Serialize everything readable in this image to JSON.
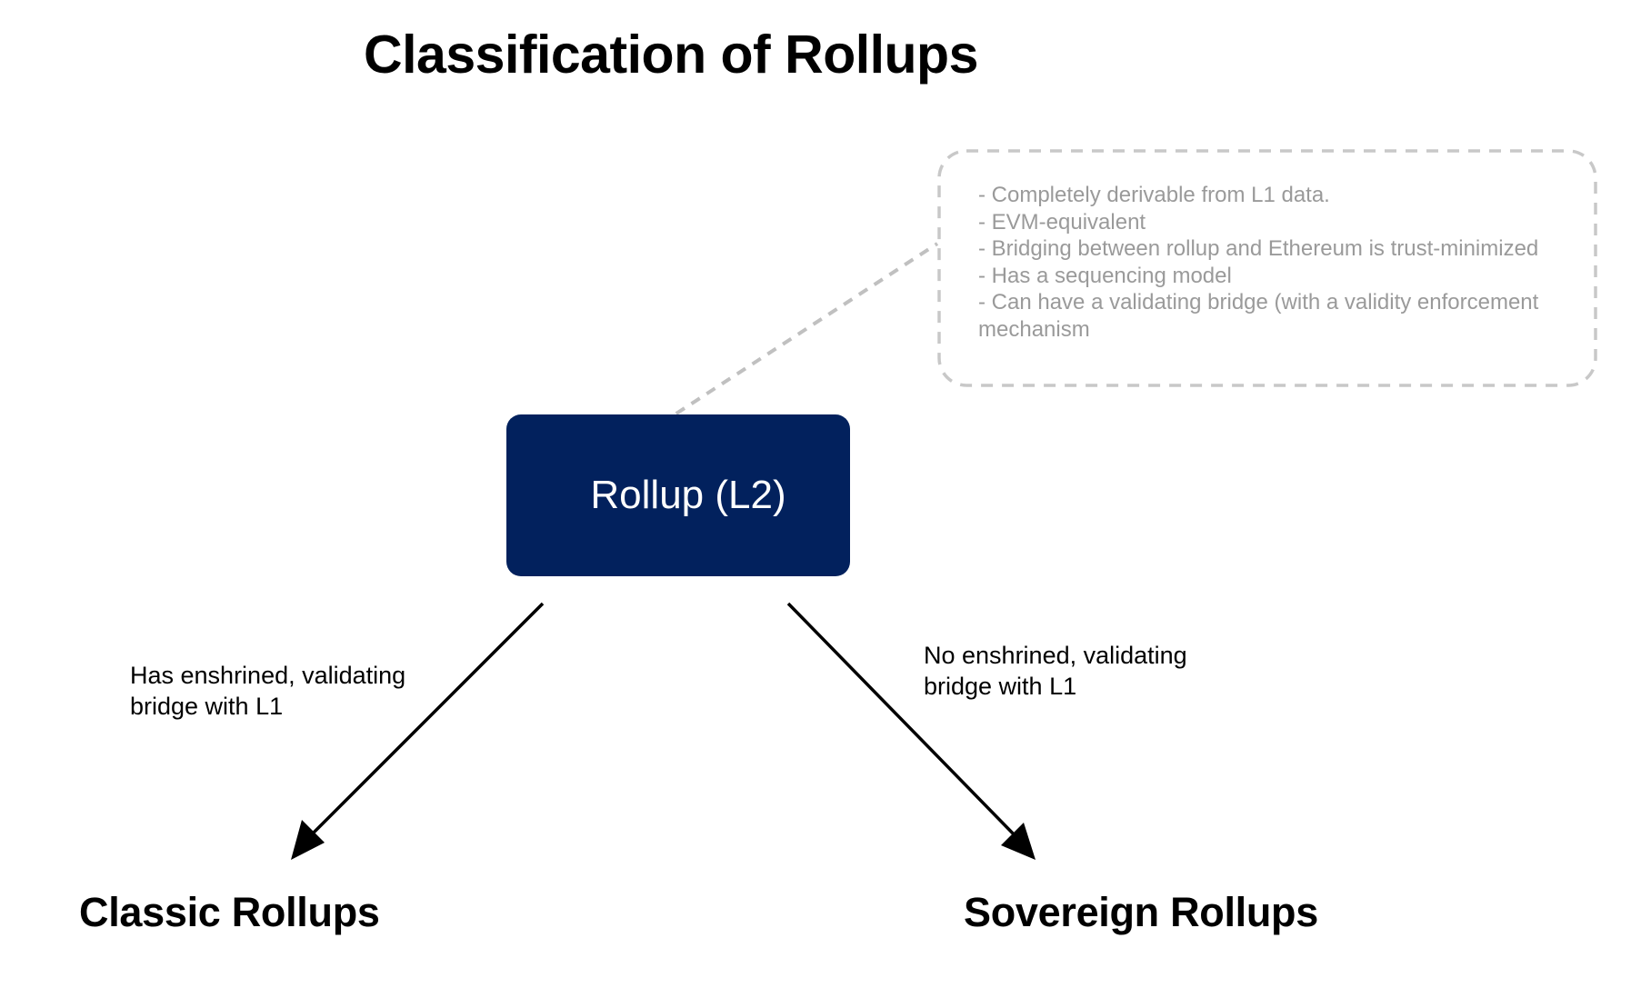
{
  "diagram": {
    "title": "Classification of Rollups",
    "root_node": {
      "label": "Rollup (L2)",
      "fill_color": "#02215d",
      "text_color": "#ffffff"
    },
    "annotation": {
      "lines": [
        "- Completely derivable from L1 data.",
        "- EVM-equivalent",
        "- Bridging between rollup and Ethereum is trust-minimized",
        "- Has a sequencing model",
        "- Can have a validating bridge (with a validity enforcement",
        "mechanism"
      ],
      "border_style": "dashed",
      "color": "#c8c8c8",
      "text_color": "#9a9a9a"
    },
    "edges": [
      {
        "from": "Rollup (L2)",
        "to": "Classic Rollups",
        "label_lines": [
          "Has enshrined, validating",
          "bridge with L1"
        ]
      },
      {
        "from": "Rollup (L2)",
        "to": "Sovereign Rollups",
        "label_lines": [
          "No enshrined, validating",
          "bridge with L1"
        ]
      }
    ],
    "leaves": [
      {
        "label": "Classic Rollups"
      },
      {
        "label": "Sovereign Rollups"
      }
    ]
  }
}
